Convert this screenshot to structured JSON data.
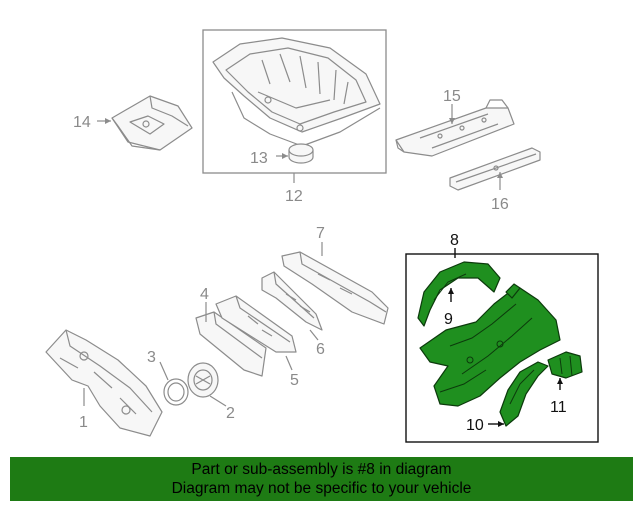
{
  "callouts": {
    "c1": "1",
    "c2": "2",
    "c3": "3",
    "c4": "4",
    "c5": "5",
    "c6": "6",
    "c7": "7",
    "c8": "8",
    "c9": "9",
    "c10": "10",
    "c11": "11",
    "c12": "12",
    "c13": "13",
    "c14": "14",
    "c15": "15",
    "c16": "16"
  },
  "banner": {
    "line1": "Part or sub-assembly is #8 in diagram",
    "line2": "Diagram may not be specific to your vehicle"
  },
  "colors": {
    "highlight": "#1f8f1f",
    "banner": "#1e7b14",
    "line": "#8c8c8c"
  }
}
